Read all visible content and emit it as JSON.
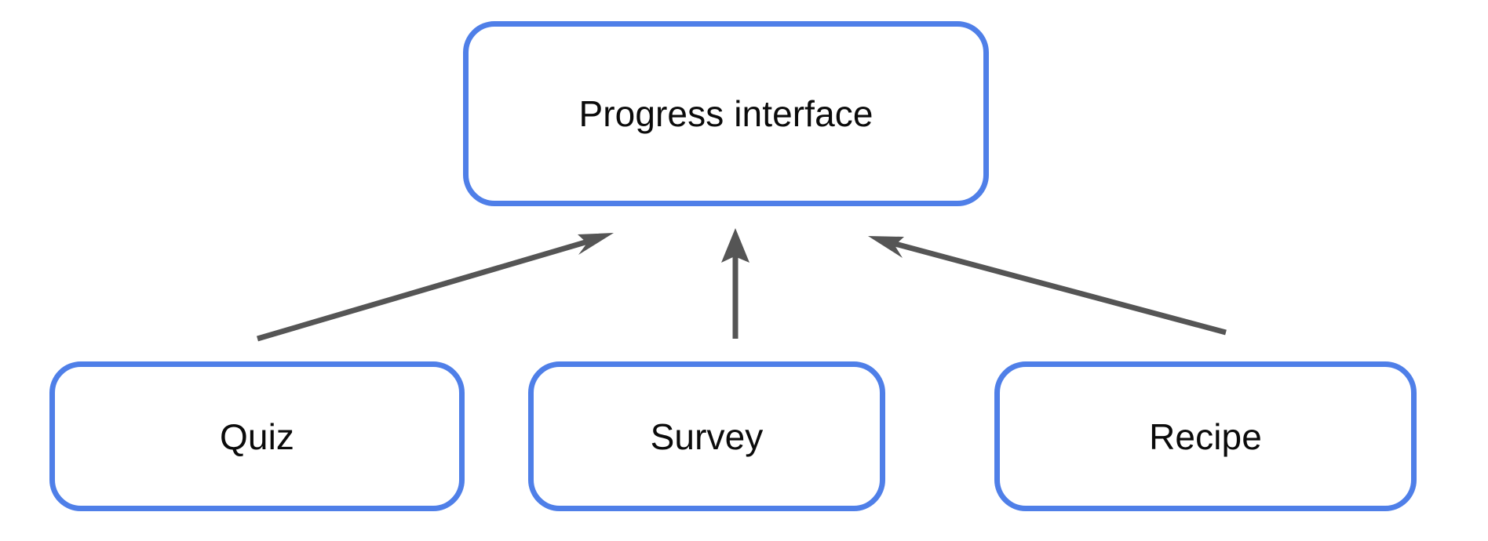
{
  "diagram": {
    "title": "Progress interface",
    "background_color": "#ffffff",
    "node_border_color": "#4f7fe8",
    "node_fill_color": "#ffffff",
    "node_text_color": "#0b0b0b",
    "edge_color": "#555555",
    "nodes": [
      {
        "id": "progress-interface",
        "label": "Progress interface",
        "row": "top"
      },
      {
        "id": "quiz",
        "label": "Quiz",
        "row": "bottom"
      },
      {
        "id": "survey",
        "label": "Survey",
        "row": "bottom"
      },
      {
        "id": "recipe",
        "label": "Recipe",
        "row": "bottom"
      }
    ],
    "edges": [
      {
        "id": "quiz-to-progress-interface",
        "from": "quiz",
        "to": "progress-interface",
        "direction": "up-right",
        "arrowhead": "end"
      },
      {
        "id": "survey-to-progress-interface",
        "from": "survey",
        "to": "progress-interface",
        "direction": "up",
        "arrowhead": "end"
      },
      {
        "id": "recipe-to-progress-interface",
        "from": "recipe",
        "to": "progress-interface",
        "direction": "up-left",
        "arrowhead": "end"
      }
    ]
  }
}
